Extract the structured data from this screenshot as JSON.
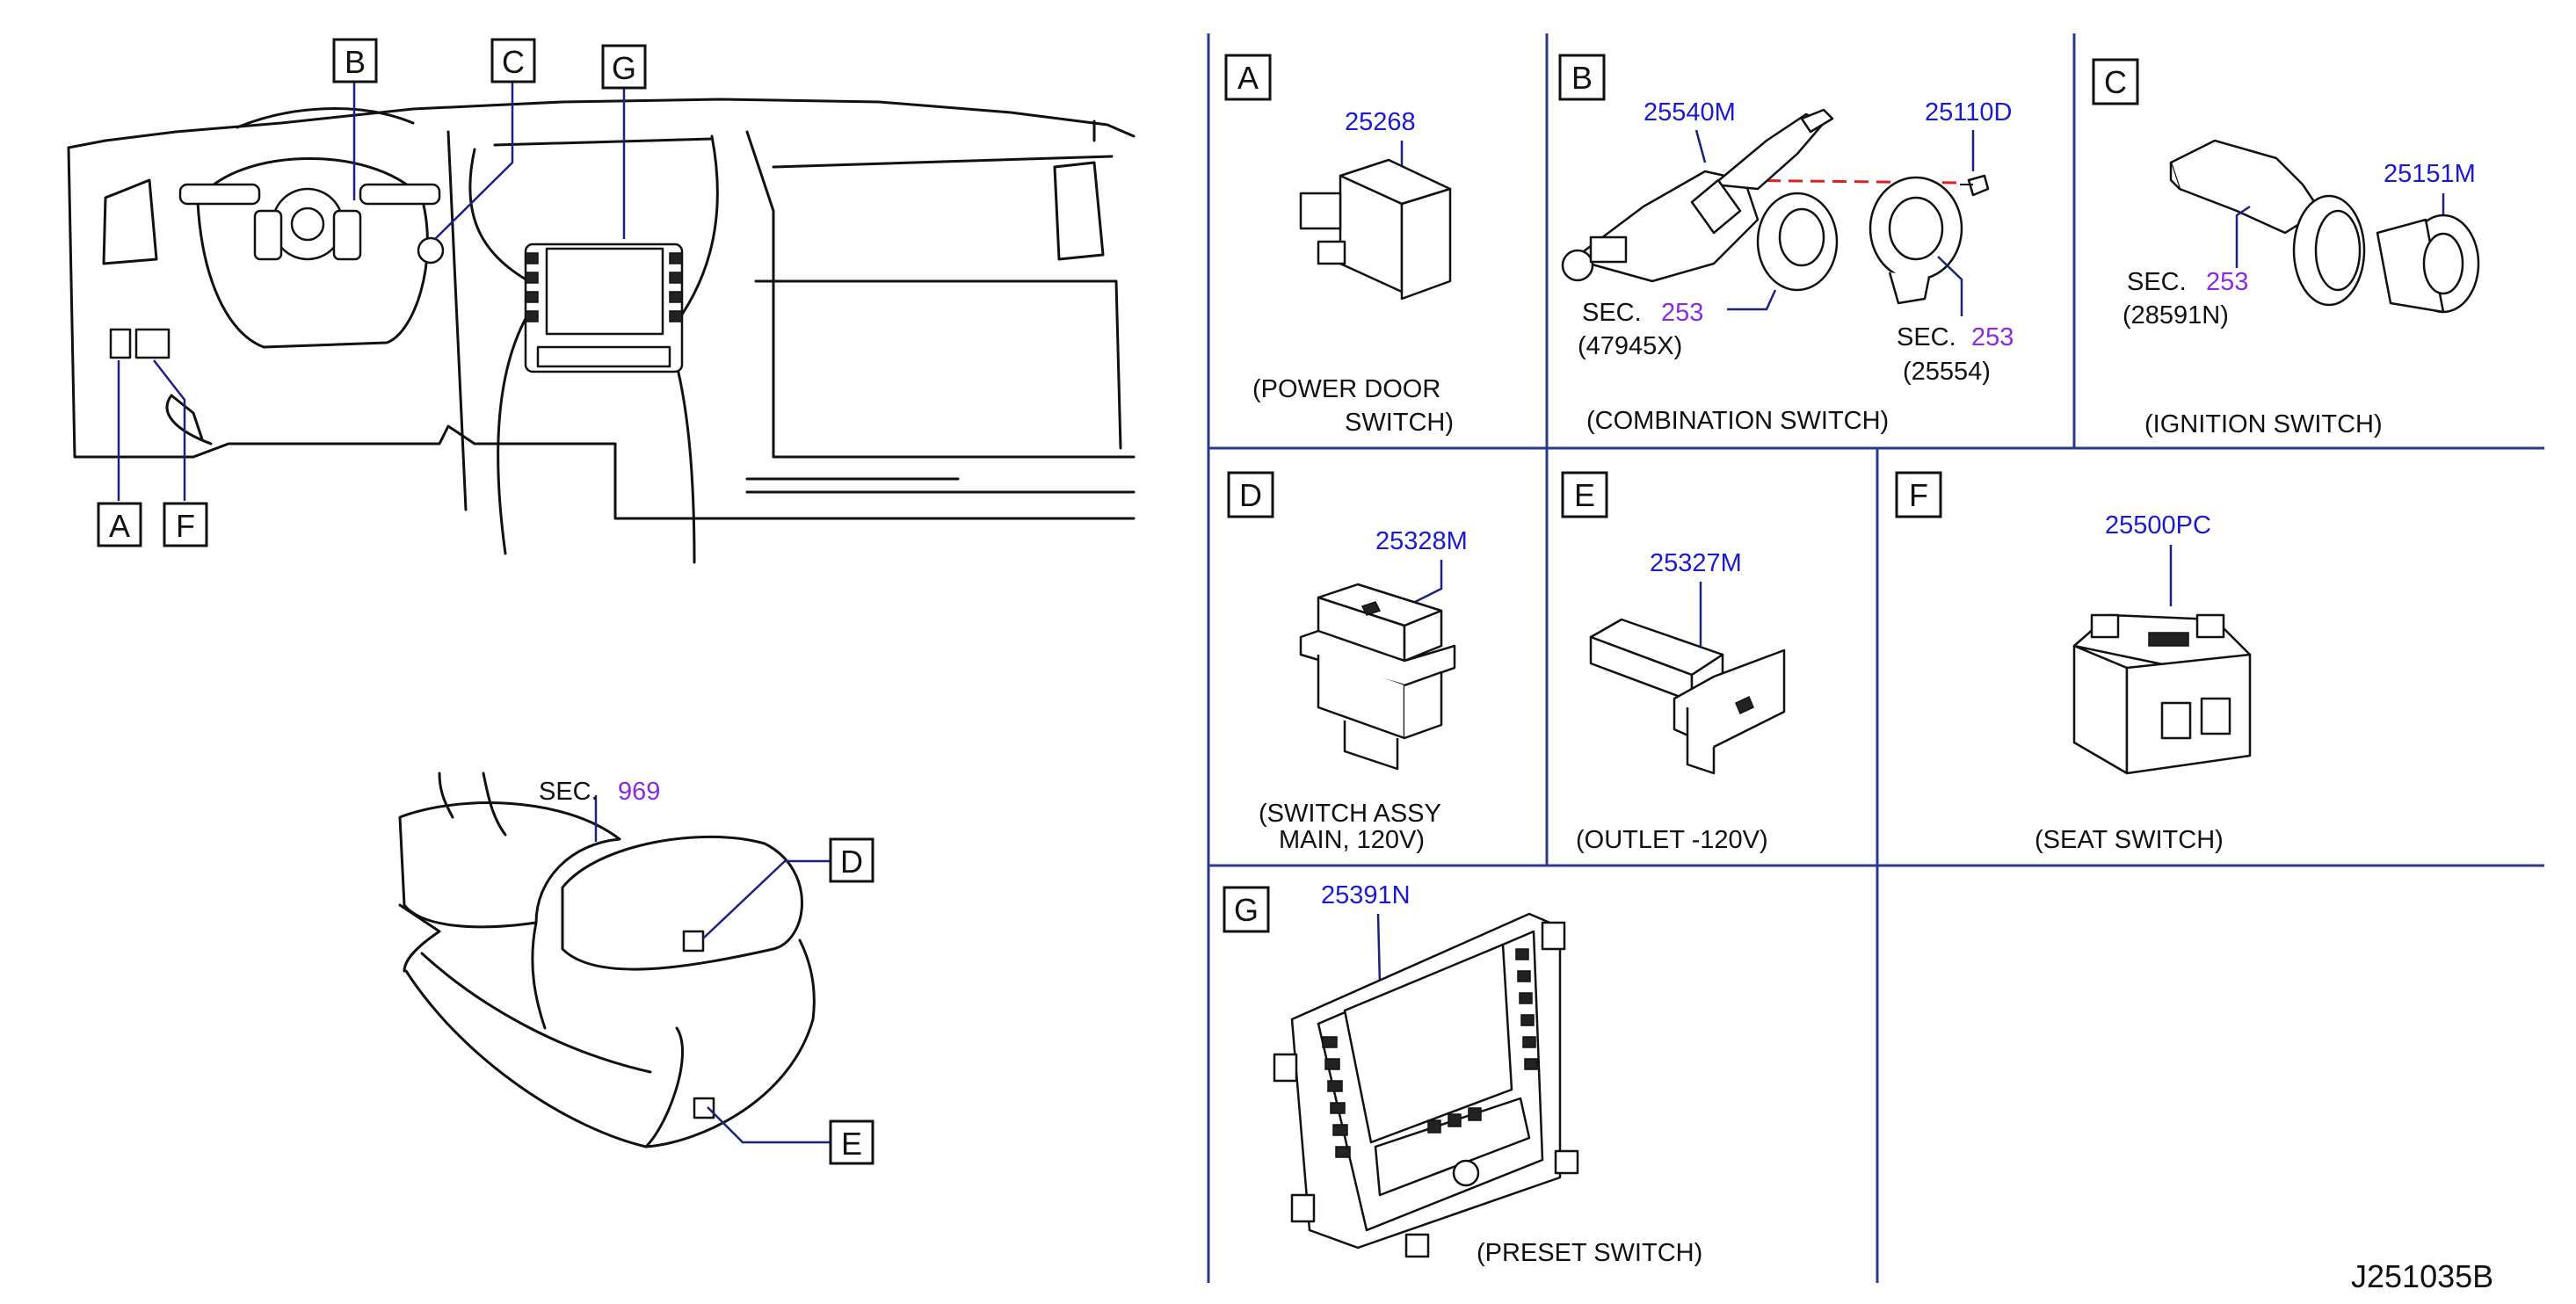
{
  "callouts": [
    "A",
    "B",
    "C",
    "G",
    "D",
    "E",
    "F"
  ],
  "armrest_sec": {
    "prefix": "SEC.",
    "number": "969"
  },
  "panels": {
    "A": {
      "letter": "A",
      "part": "25268",
      "caption1": "(POWER   DOOR",
      "caption2": "SWITCH)"
    },
    "B": {
      "letter": "B",
      "part1": "25540M",
      "part2": "25110D",
      "sec1_prefix": "SEC.",
      "sec1_number": "253",
      "sec1_code": "(47945X)",
      "sec2_prefix": "SEC.",
      "sec2_number": "253",
      "sec2_code": "(25554)",
      "caption": "(COMBINATION   SWITCH)"
    },
    "C": {
      "letter": "C",
      "part": "25151M",
      "sec_prefix": "SEC.",
      "sec_number": "253",
      "sec_code": "(28591N)",
      "caption": "(IGNITION   SWITCH)"
    },
    "D": {
      "letter": "D",
      "part": "25328M",
      "caption1": "(SWITCH   ASSY",
      "caption2": "MAIN,   120V)"
    },
    "E": {
      "letter": "E",
      "part": "25327M",
      "caption": "(OUTLET      -120V)"
    },
    "F": {
      "letter": "F",
      "part": "25500PC",
      "caption": "(SEAT   SWITCH)"
    },
    "G": {
      "letter": "G",
      "part": "25391N",
      "caption": "(PRESET   SWITCH)"
    }
  },
  "diagram_code": "J251035B",
  "colors": {
    "part_number": "#1a1ad0",
    "section_number": "#8a2be2",
    "grid": "#2b3a8c",
    "dashed_axis": "#e02020"
  }
}
